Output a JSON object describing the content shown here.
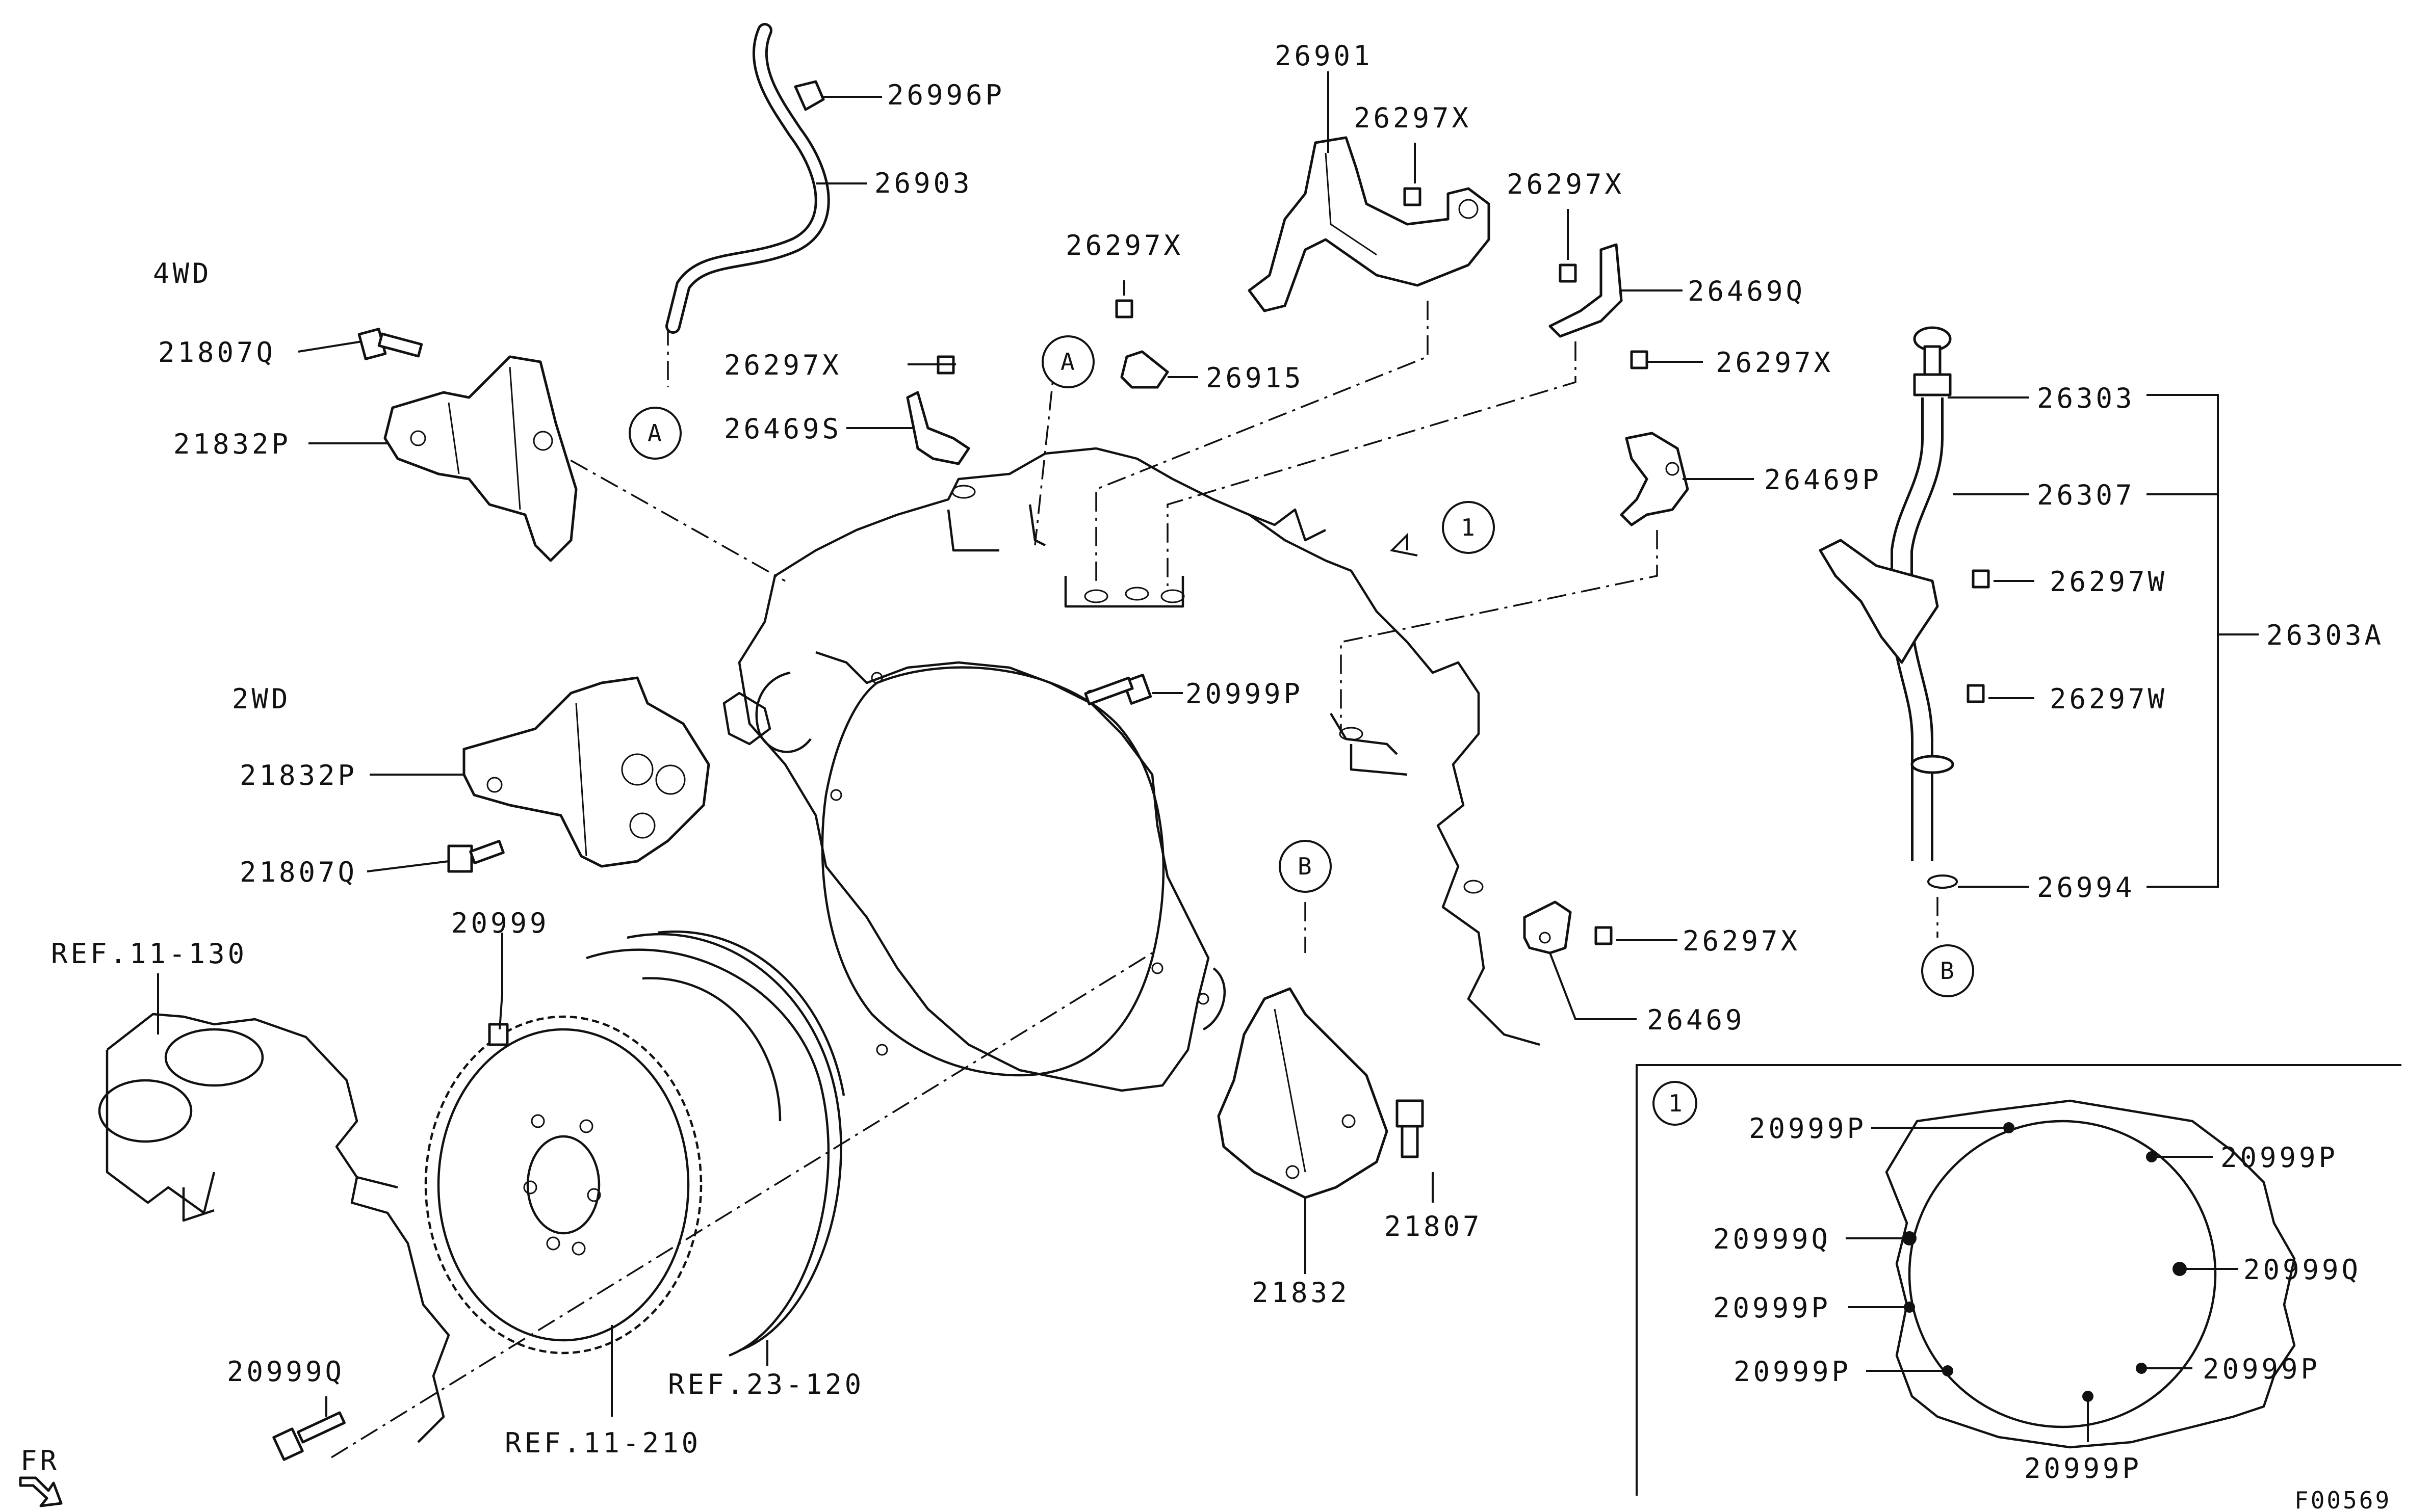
{
  "variants": {
    "four_wd": "4WD",
    "two_wd": "2WD"
  },
  "callouts": {
    "p26996P": "26996P",
    "p26903": "26903",
    "p26901": "26901",
    "p26297X_a": "26297X",
    "p26297X_b": "26297X",
    "p26297X_c": "26297X",
    "p26297X_d": "26297X",
    "p26297X_e": "26297X",
    "p26297X_f": "26297X",
    "p26915": "26915",
    "p26469S": "26469S",
    "p26469Q": "26469Q",
    "p26469P": "26469P",
    "p26469": "26469",
    "p21807Q_a": "21807Q",
    "p21807Q_b": "21807Q",
    "p21832P_a": "21832P",
    "p21832P_b": "21832P",
    "p20999P_main": "20999P",
    "p20999": "20999",
    "p20999Q_main": "20999Q",
    "p21807": "21807",
    "p21832": "21832",
    "p26303": "26303",
    "p26307": "26307",
    "p26297W_a": "26297W",
    "p26297W_b": "26297W",
    "p26303A": "26303A",
    "p26994": "26994"
  },
  "references": {
    "ref_11_130": "REF.11-130",
    "ref_23_120": "REF.23-120",
    "ref_11_210": "REF.11-210"
  },
  "markers": {
    "a1": "A",
    "a2": "A",
    "b1": "B",
    "b2": "B",
    "one_main": "1",
    "one_inset": "1"
  },
  "inset": {
    "labels": {
      "l1": "20999P",
      "l2": "20999Q",
      "l3": "20999P",
      "l4": "20999P",
      "r1": "20999P",
      "r2": "20999Q",
      "r3": "20999P",
      "bottom": "20999P"
    }
  },
  "front_indicator": "FR",
  "figure_code": "F00569"
}
